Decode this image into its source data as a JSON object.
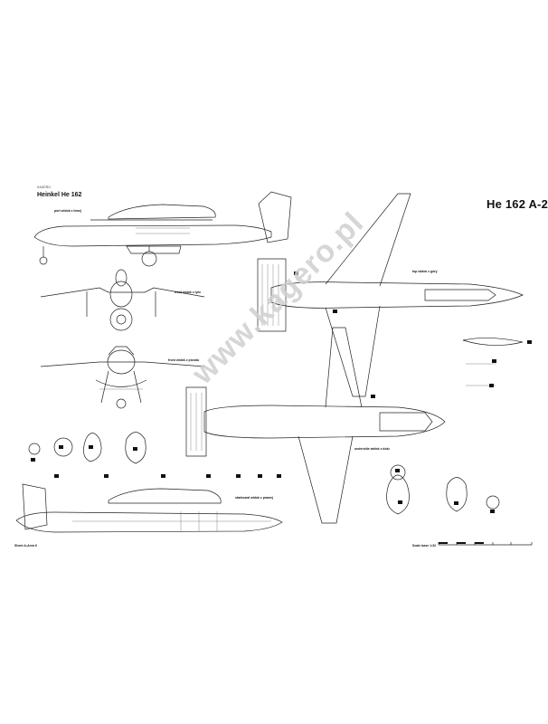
{
  "header": {
    "title": "He 162 A-2",
    "subtitle": "Heinkel He 162",
    "brand": "KAGERO"
  },
  "views": {
    "left_side": "port widok z lewej",
    "front": "front widok z tyłu",
    "rear": "front widok z przodu",
    "top": "top widok z góry",
    "bottom": "underside widok z dołu",
    "right_side": "starboard widok z prawej"
  },
  "footer": {
    "left": "Sheet A-Area 6",
    "scale": "Scale base 1:32"
  },
  "watermark": "www.kagero.pl"
}
